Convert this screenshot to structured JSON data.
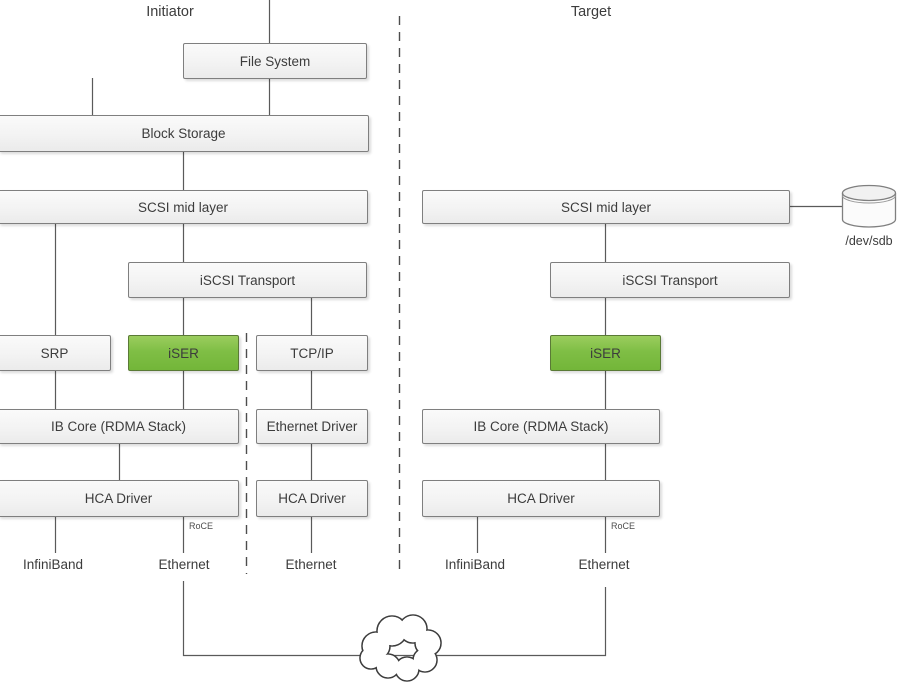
{
  "sections": {
    "initiator_label": "Initiator",
    "target_label": "Target"
  },
  "initiator": {
    "file_system": "File System",
    "block_storage": "Block Storage",
    "scsi_mid_layer": "SCSI mid layer",
    "iscsi_transport": "iSCSI Transport",
    "srp": "SRP",
    "iser": "iSER",
    "tcp_ip": "TCP/IP",
    "ib_core": "IB Core (RDMA Stack)",
    "ethernet_driver": "Ethernet Driver",
    "hca_driver_rdma": "HCA Driver",
    "hca_driver_eth": "HCA Driver",
    "roce": "RoCE",
    "port_infiniband": "InfiniBand",
    "port_ethernet_roce": "Ethernet",
    "port_ethernet_tcp": "Ethernet"
  },
  "target": {
    "scsi_mid_layer": "SCSI mid layer",
    "iscsi_transport": "iSCSI Transport",
    "iser": "iSER",
    "ib_core": "IB Core (RDMA Stack)",
    "hca_driver": "HCA Driver",
    "roce": "RoCE",
    "port_infiniband": "InfiniBand",
    "port_ethernet": "Ethernet",
    "disk_device": "/dev/sdb"
  },
  "colors": {
    "highlight_green": "#7cbd42",
    "highlight_green_border": "#5a7a36",
    "box_fill": "#f3f3f3",
    "box_border": "#7f7f7f",
    "connector_line": "#5a5a5a",
    "dashed_line": "#4d4d4d",
    "text": "#3c3c3c"
  }
}
